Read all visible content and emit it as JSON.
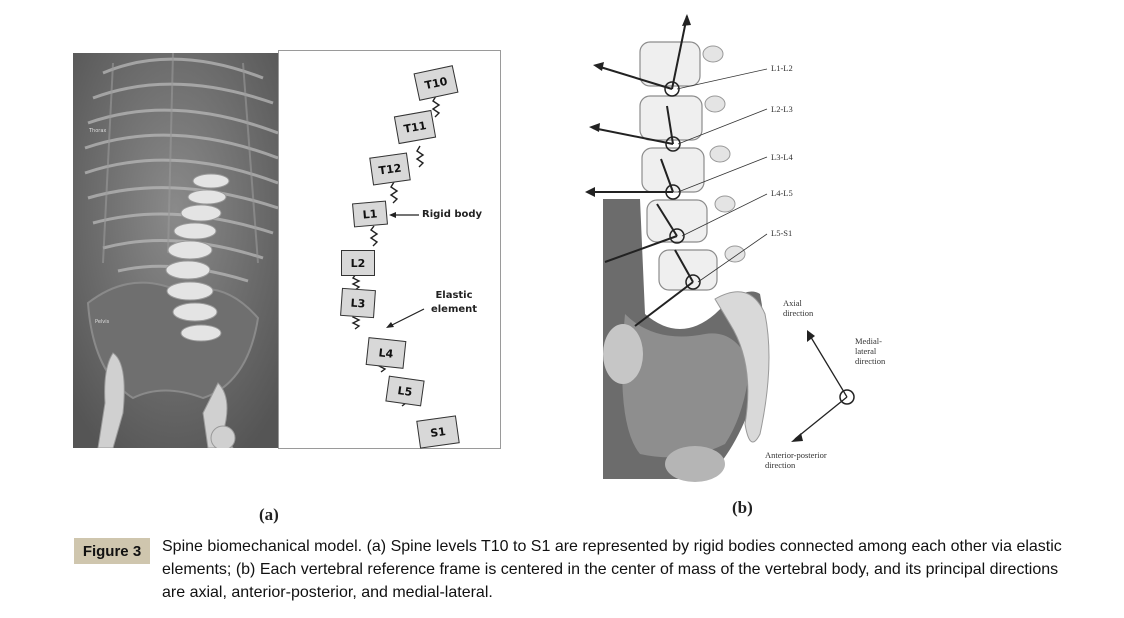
{
  "panel_a": {
    "label": "(a)",
    "photo_tags": [
      "Thorax",
      "Pelvis"
    ],
    "vertebrae": [
      "T10",
      "T11",
      "T12",
      "L1",
      "L2",
      "L3",
      "L4",
      "L5",
      "S1"
    ],
    "rigid_body_label": "Rigid body",
    "elastic_label_1": "Elastic",
    "elastic_label_2": "element"
  },
  "panel_b": {
    "label": "(b)",
    "levels": [
      "L1-L2",
      "L2-L3",
      "L3-L4",
      "L4-L5",
      "L5-S1"
    ],
    "axial_1": "Axial",
    "axial_2": "direction",
    "medial_1": "Medial-",
    "medial_2": "lateral",
    "medial_3": "direction",
    "ap_1": "Anterior-posterior",
    "ap_2": "direction"
  },
  "figure": {
    "badge": "Figure 3",
    "caption": "Spine biomechanical model. (a) Spine levels T10 to S1 are represented by rigid bodies connected among each other via elastic elements; (b) Each vertebral reference frame is centered in the center of mass of the vertebral body, and its principal directions are axial, anterior-posterior, and medial-lateral."
  }
}
